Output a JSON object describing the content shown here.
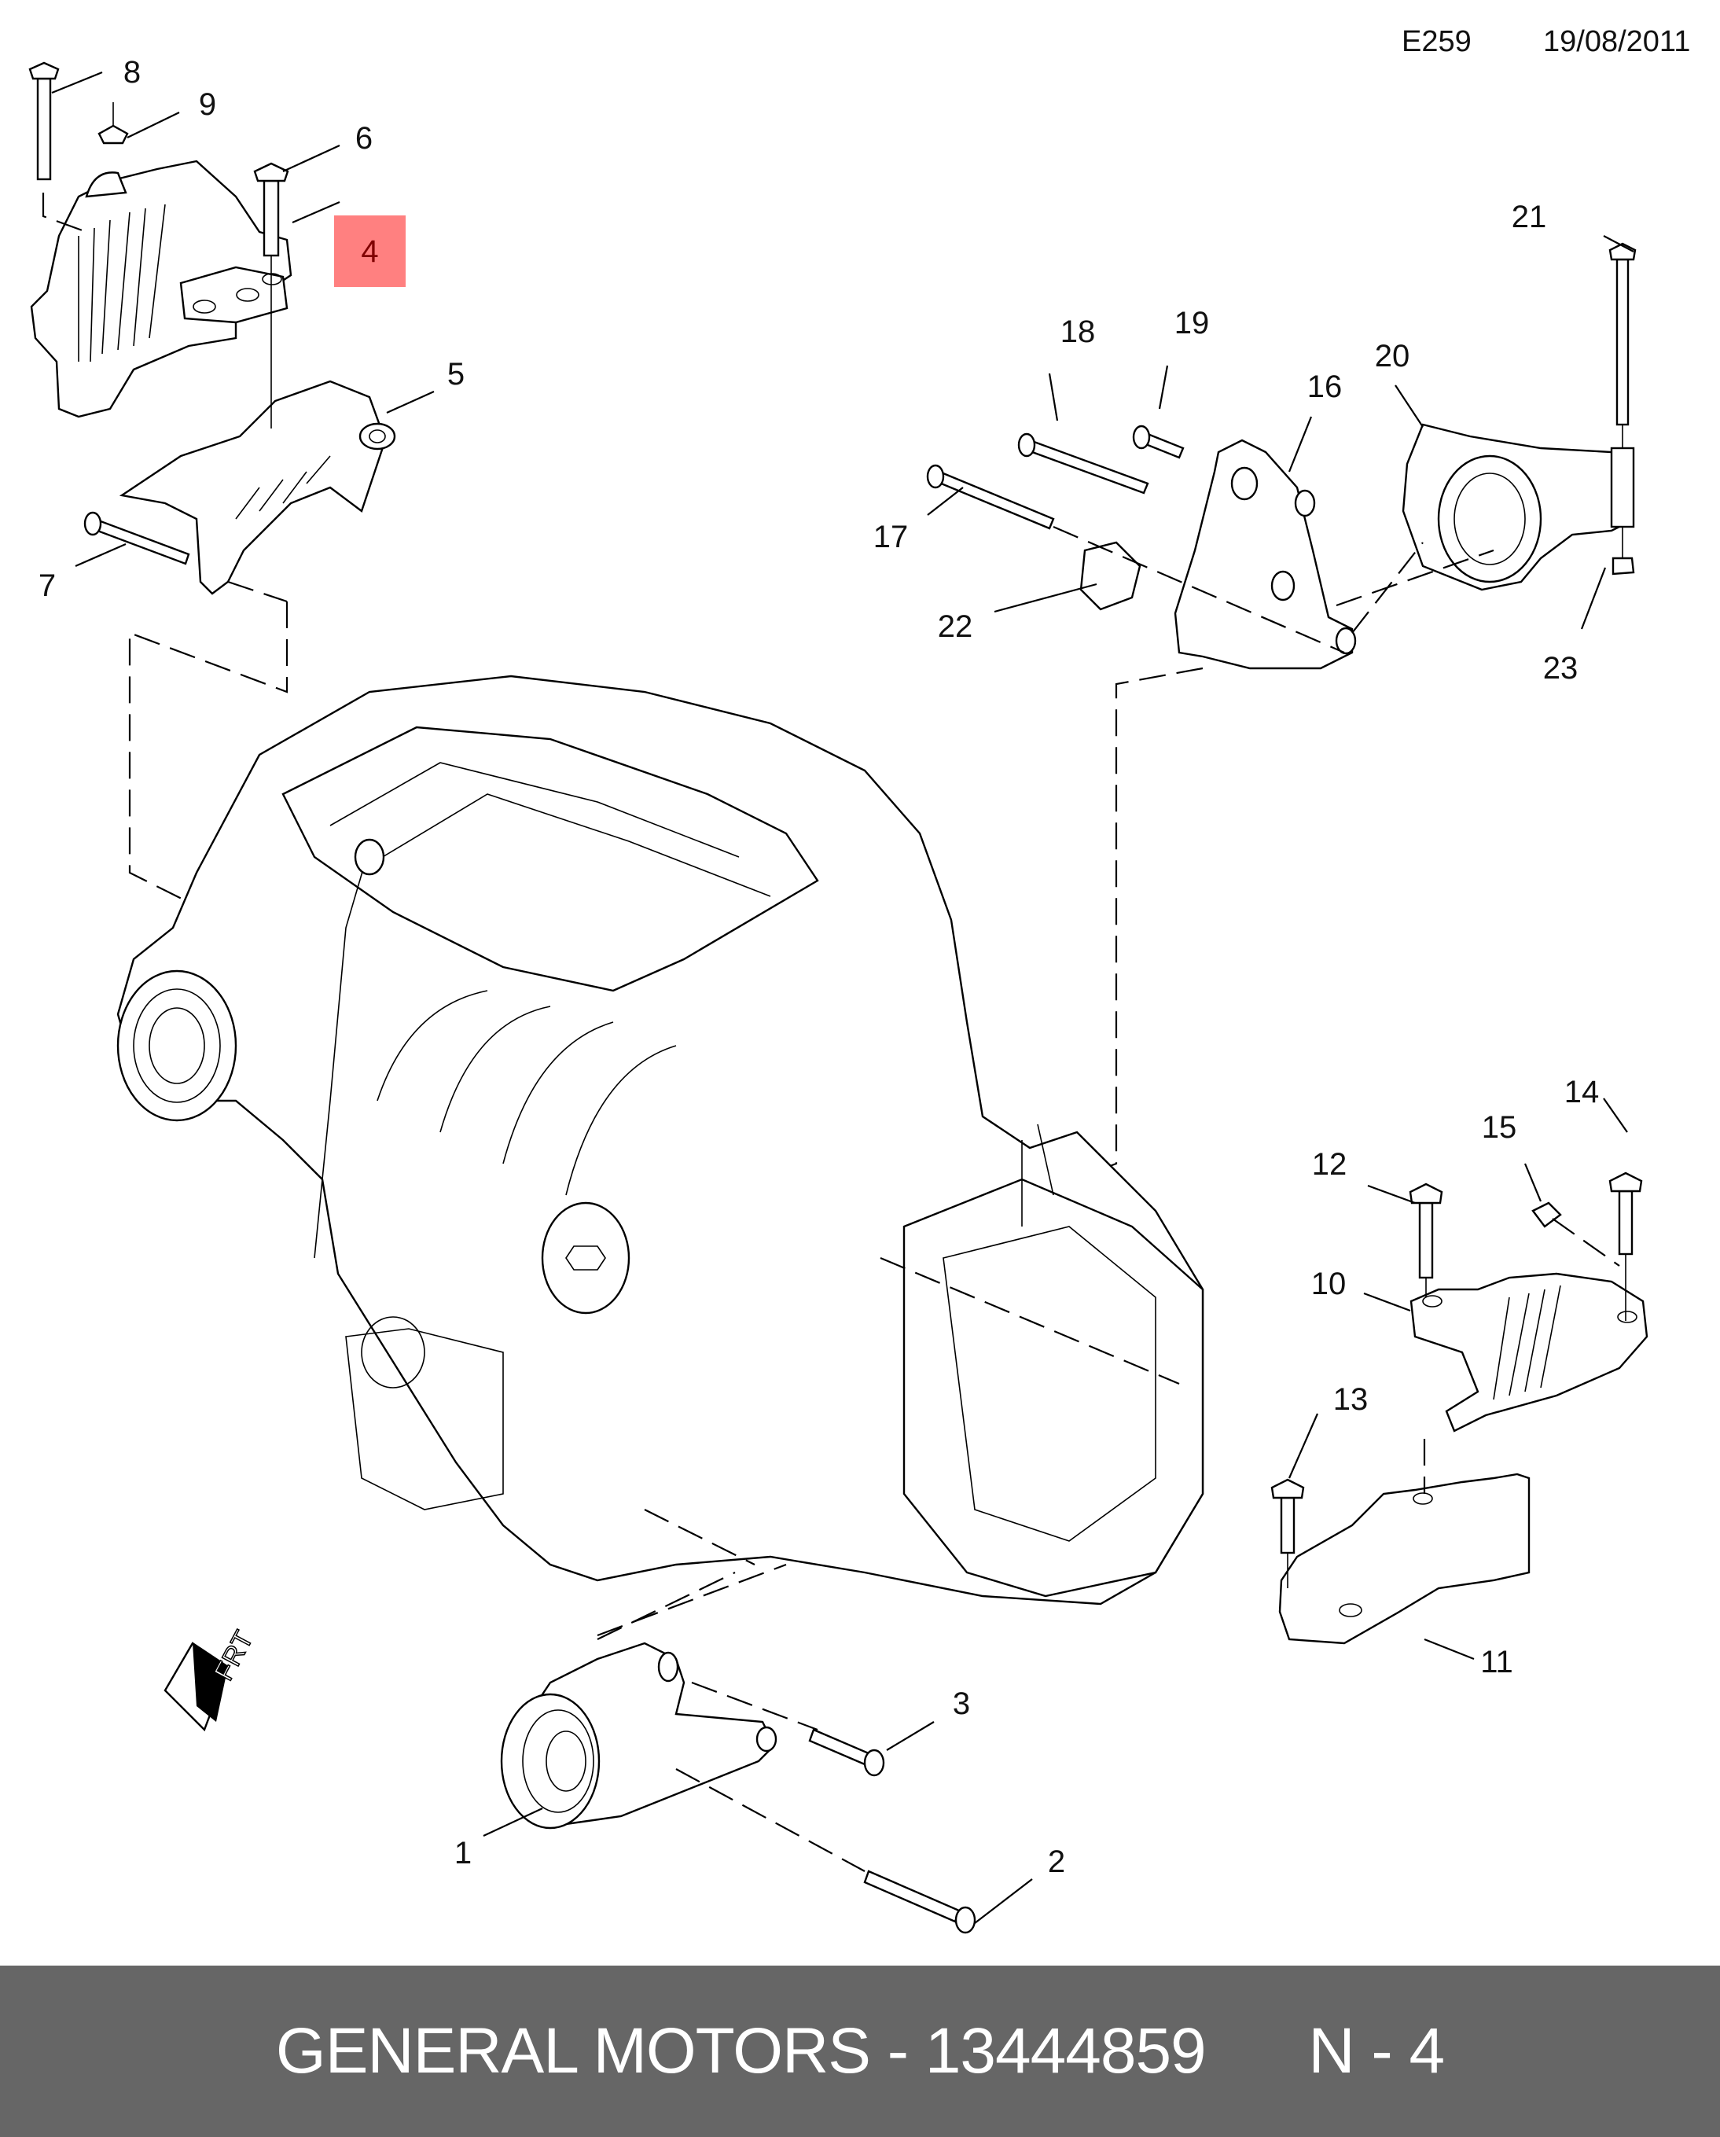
{
  "header": {
    "illustration_code": "E259",
    "date": "19/08/2011"
  },
  "diagram": {
    "title": "Engine mounts exploded view",
    "highlighted_callout": "4",
    "highlight_color": "#ff8080",
    "highlight_text_color": "#800000",
    "orientation_marker": "FRT",
    "callouts": [
      {
        "id": "1",
        "label": "1"
      },
      {
        "id": "2",
        "label": "2"
      },
      {
        "id": "3",
        "label": "3"
      },
      {
        "id": "4",
        "label": "4"
      },
      {
        "id": "5",
        "label": "5"
      },
      {
        "id": "6",
        "label": "6"
      },
      {
        "id": "7",
        "label": "7"
      },
      {
        "id": "8",
        "label": "8"
      },
      {
        "id": "9",
        "label": "9"
      },
      {
        "id": "10",
        "label": "10"
      },
      {
        "id": "11",
        "label": "11"
      },
      {
        "id": "12",
        "label": "12"
      },
      {
        "id": "13",
        "label": "13"
      },
      {
        "id": "14",
        "label": "14"
      },
      {
        "id": "15",
        "label": "15"
      },
      {
        "id": "16",
        "label": "16"
      },
      {
        "id": "17",
        "label": "17"
      },
      {
        "id": "18",
        "label": "18"
      },
      {
        "id": "19",
        "label": "19"
      },
      {
        "id": "20",
        "label": "20"
      },
      {
        "id": "21",
        "label": "21"
      },
      {
        "id": "22",
        "label": "22"
      },
      {
        "id": "23",
        "label": "23"
      }
    ]
  },
  "footer": {
    "brand": "GENERAL MOTORS",
    "separator": " - ",
    "part_number": "13444859",
    "position_label": "N - 4",
    "background_color": "#666666"
  }
}
